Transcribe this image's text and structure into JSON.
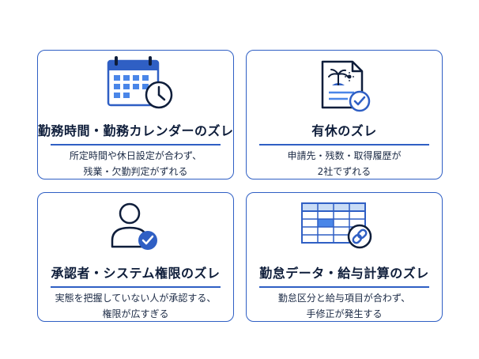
{
  "colors": {
    "accent": "#2f5fc4",
    "light": "#c9dcf6",
    "navy": "#0e1d3a"
  },
  "cards": [
    {
      "icon": "calendar-clock-icon",
      "title": "勤務時間・勤務カレンダーのズレ",
      "desc": [
        "所定時間や休日設定が合わず、",
        "残業・欠勤判定がずれる"
      ]
    },
    {
      "icon": "document-check-icon",
      "title": "有休のズレ",
      "desc": [
        "申請先・残数・取得履歴が",
        "2社でずれる"
      ]
    },
    {
      "icon": "user-check-icon",
      "title": "承認者・システム権限のズレ",
      "desc": [
        "実態を把握していない人が承認する、",
        "権限が広すぎる"
      ]
    },
    {
      "icon": "spreadsheet-link-icon",
      "title": "勤怠データ・給与計算のズレ",
      "desc": [
        "勤怠区分と給与項目が合わず、",
        "手修正が発生する"
      ]
    }
  ]
}
